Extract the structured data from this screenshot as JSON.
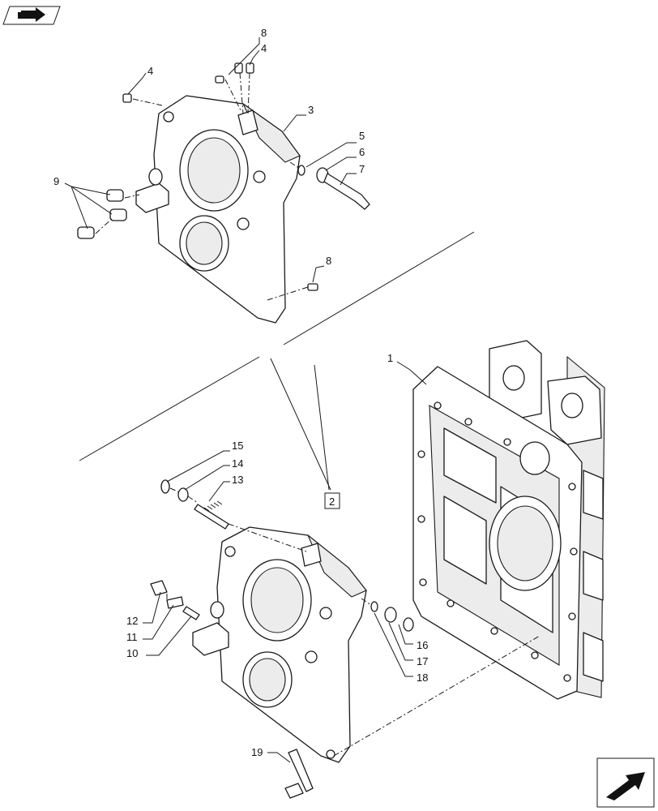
{
  "callouts": {
    "c1": "1",
    "c2": "2",
    "c3": "3",
    "c4a": "4",
    "c4b": "4",
    "c5": "5",
    "c6": "6",
    "c7": "7",
    "c8a": "8",
    "c8b": "8",
    "c9": "9",
    "c10": "10",
    "c11": "11",
    "c12": "12",
    "c13": "13",
    "c14": "14",
    "c15": "15",
    "c16": "16",
    "c17": "17",
    "c18": "18",
    "c19": "19"
  },
  "icons": {
    "top_left": "book-arrow-icon",
    "bottom_right": "next-arrow-icon"
  },
  "colors": {
    "line": "#1a1a1a",
    "background": "#ffffff",
    "shade": "#ececec"
  }
}
